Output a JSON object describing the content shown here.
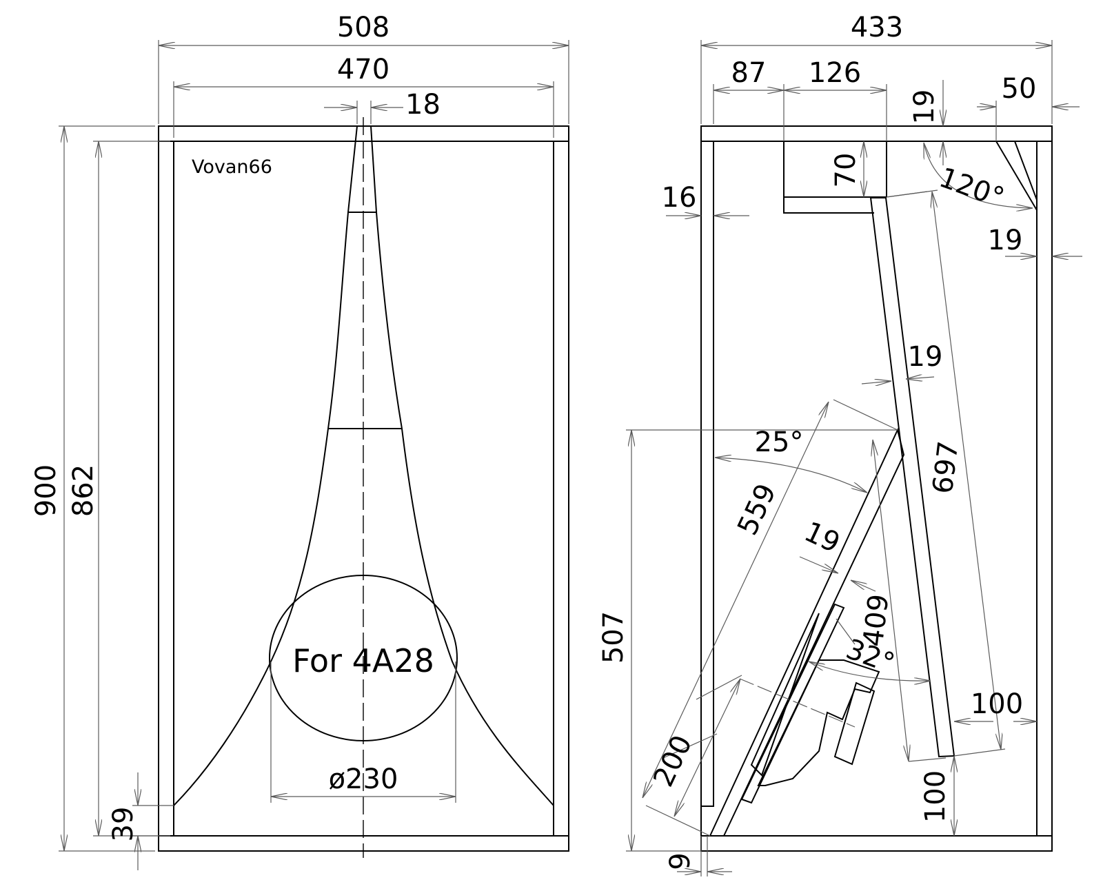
{
  "front_view": {
    "author": "Vovan66",
    "driver_label": "For 4A28",
    "dims": {
      "overall_width": "508",
      "inner_width": "470",
      "throat": "18",
      "overall_height": "900",
      "inner_height": "862",
      "mouth_offset": "39",
      "driver_diameter": "ø230"
    }
  },
  "side_view": {
    "dims": {
      "overall_depth": "433",
      "panel_offset": "87",
      "top_block": "126",
      "top_thickness": "19",
      "corner_width": "50",
      "block_height": "70",
      "side_thickness": "16",
      "corner_angle": "120°",
      "back_thickness": "19",
      "reflector_thickness": "19",
      "reflector_length": "697",
      "baffle_angle": "25°",
      "baffle_length": "559",
      "baffle_thickness": "19",
      "baffle_height": "507",
      "inner_length": "409",
      "inner_angle": "32°",
      "bottom_depth": "100",
      "reflector_bottom": "100",
      "driver_mount": "200",
      "bottom_offset": "9"
    }
  }
}
